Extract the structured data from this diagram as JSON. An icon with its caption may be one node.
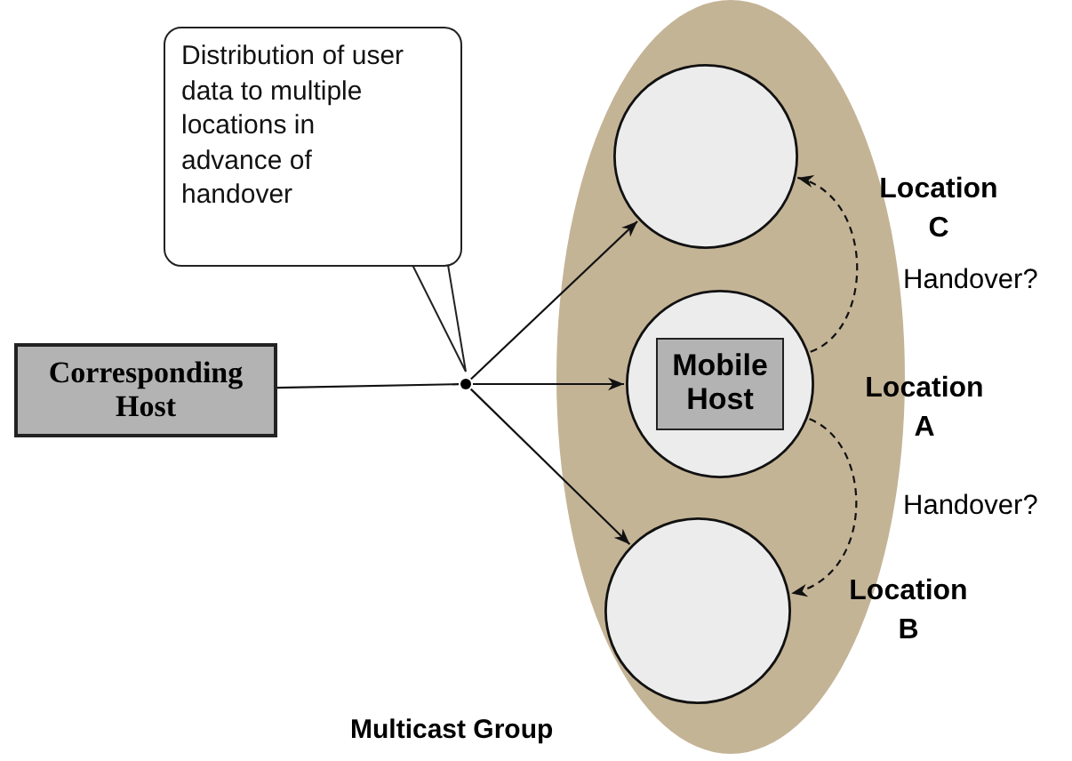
{
  "diagram": {
    "nodes": [
      {
        "text": [
          "Corresponding Host"
        ]
      },
      {
        "text": [
          "Distribution of user data to multiple locations in advance of handover"
        ]
      },
      {
        "text": [],
        "shape": "circle"
      },
      {
        "text": [
          "Multicast Group"
        ]
      },
      {
        "text": [],
        "shape": "circle",
        "in": 3,
        "beside": [
          "Location C"
        ]
      },
      {
        "text": [],
        "shape": "circle",
        "in": 3,
        "beside": [
          "Location A"
        ]
      },
      {
        "text": [
          "Mobile Host"
        ],
        "in": 5
      },
      {
        "text": [],
        "shape": "circle",
        "in": 3,
        "beside": [
          "Location B"
        ]
      }
    ],
    "edges": [
      {
        "from": 0,
        "to": 2,
        "arrow": "none"
      },
      {
        "from": 1,
        "to": 2,
        "arrow": "none"
      },
      {
        "from": 2,
        "to": 4,
        "arrow": "to"
      },
      {
        "from": 2,
        "to": 5,
        "arrow": "to"
      },
      {
        "from": 2,
        "to": 7,
        "arrow": "to"
      },
      {
        "from": 5,
        "to": 4,
        "arrow": "to",
        "style": "dashed",
        "label": "Handover?"
      },
      {
        "from": 5,
        "to": 7,
        "arrow": "to",
        "style": "dashed",
        "label": "Handover?"
      }
    ]
  }
}
